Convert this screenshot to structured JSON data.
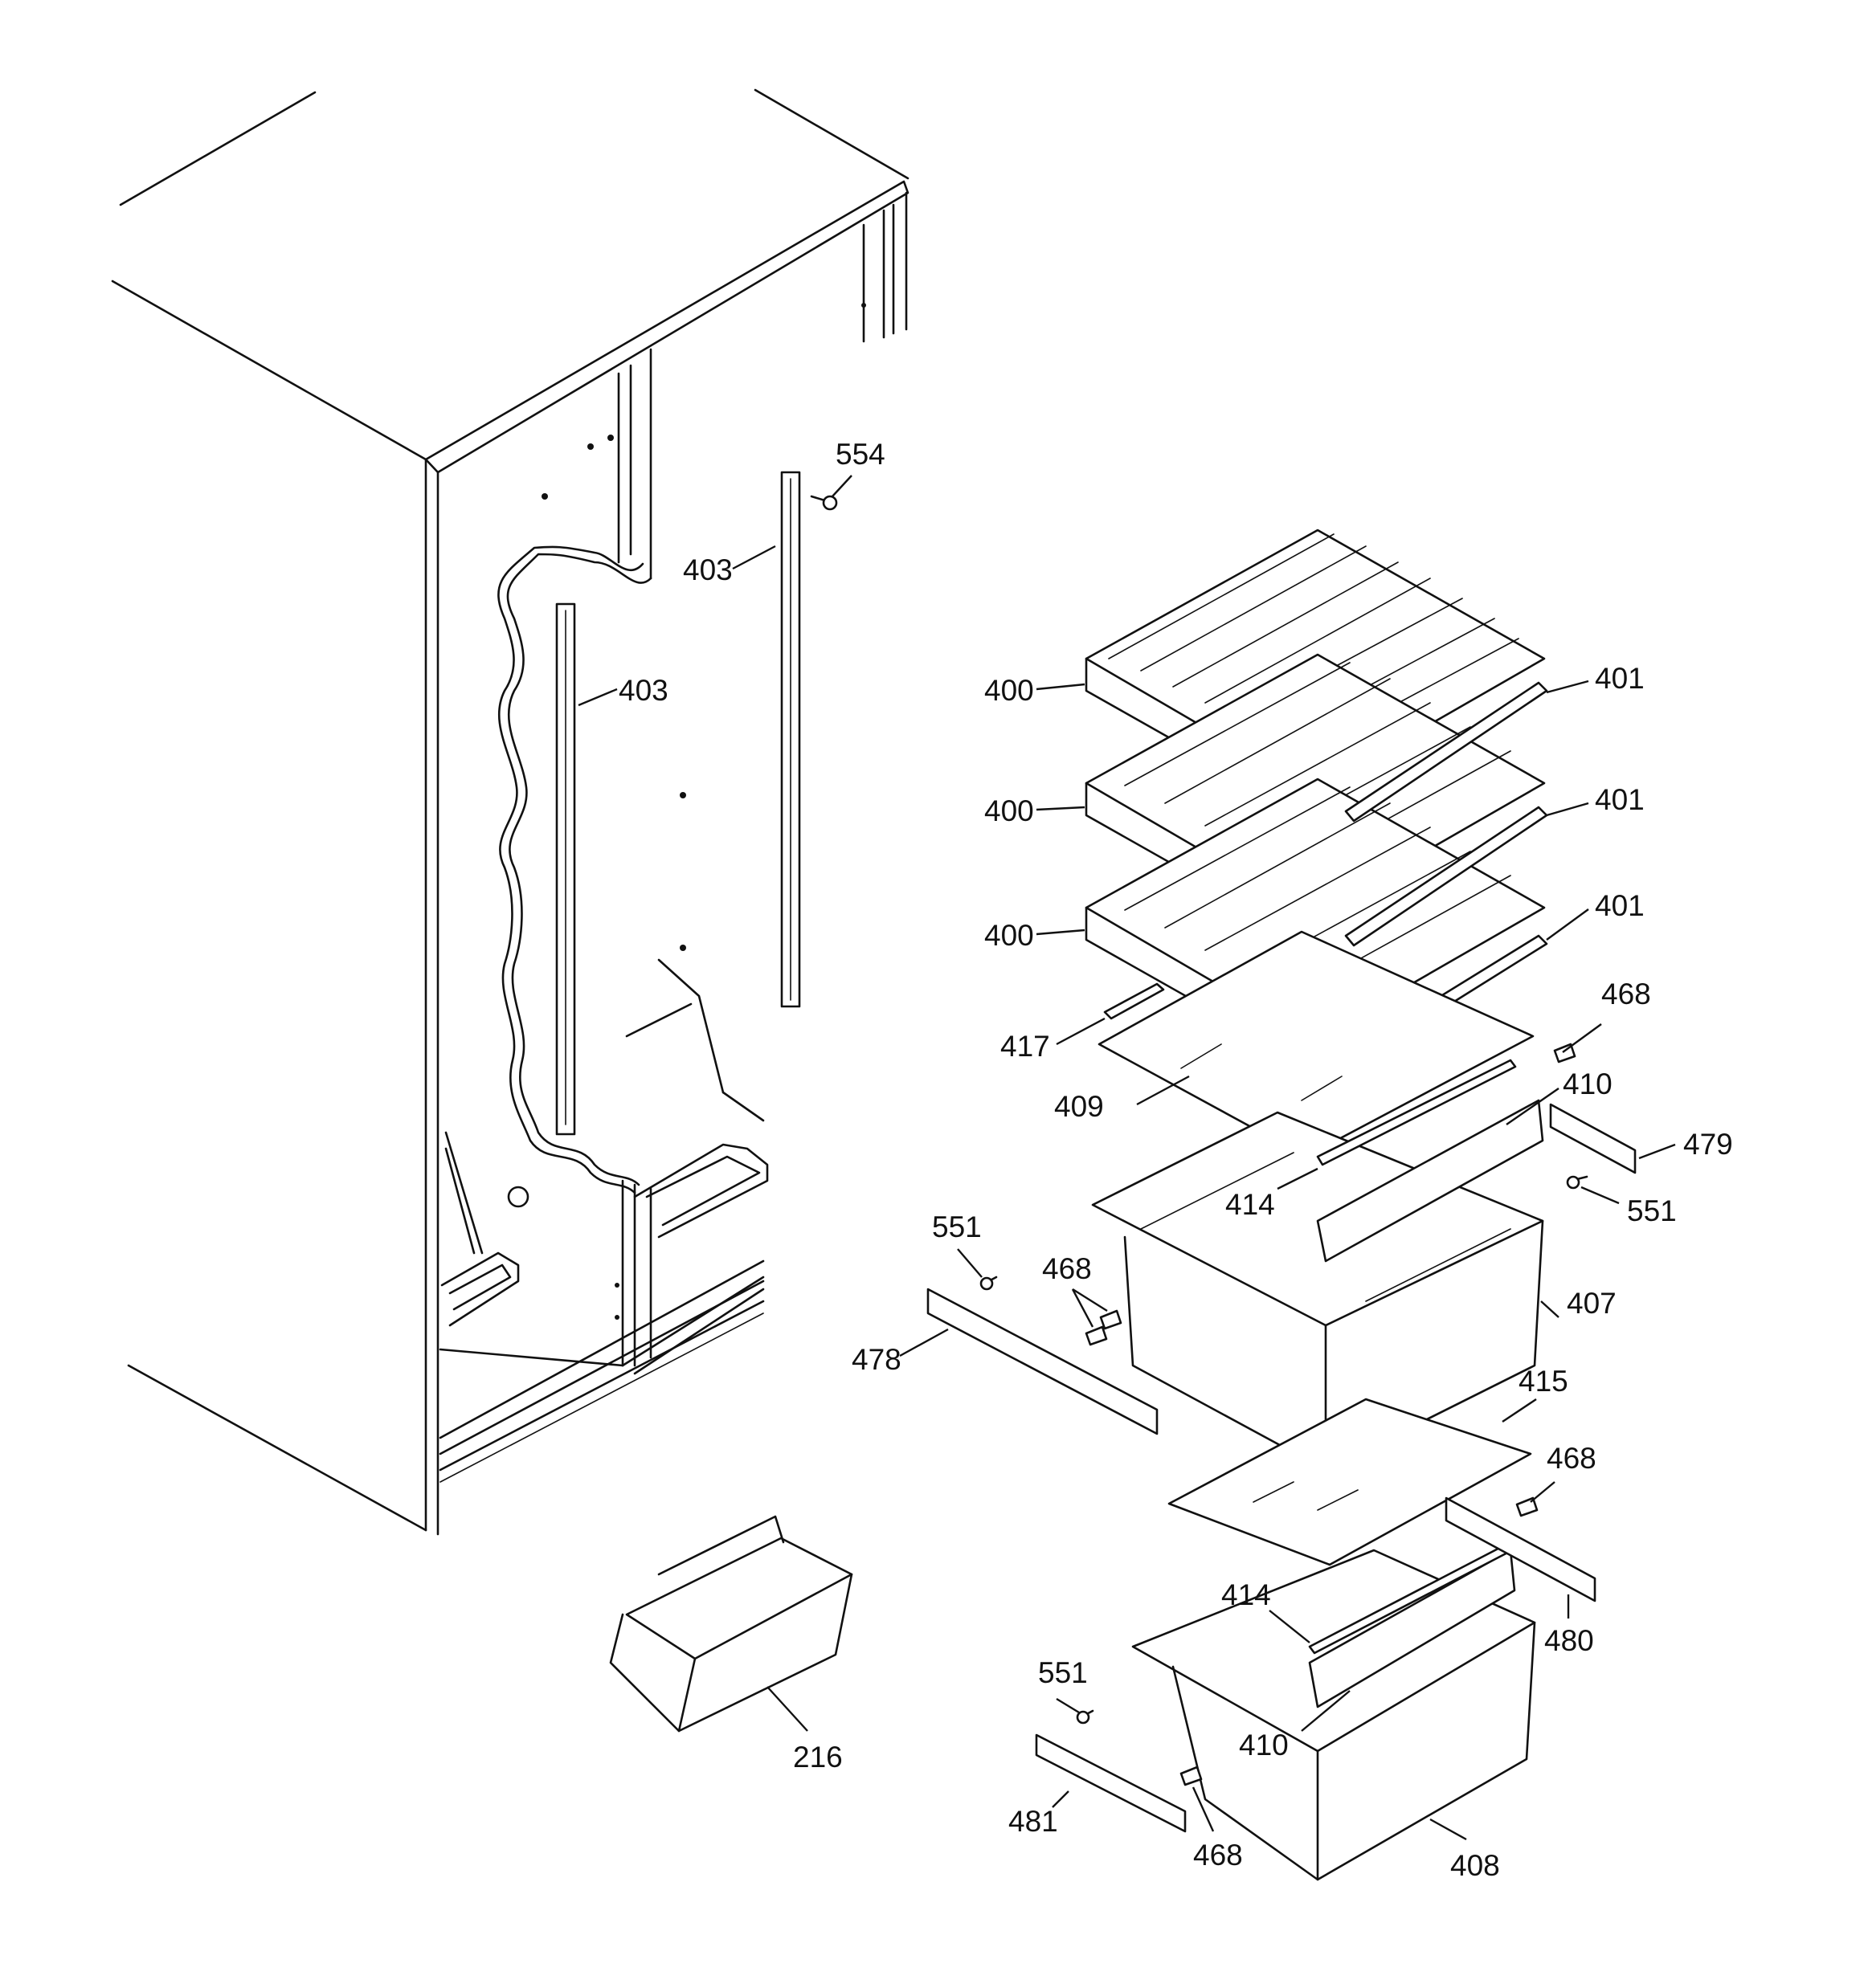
{
  "diagram": {
    "callouts": {
      "c400a": "400",
      "c400b": "400",
      "c400c": "400",
      "c401a": "401",
      "c401b": "401",
      "c401c": "401",
      "c403a": "403",
      "c403b": "403",
      "c554": "554",
      "c417": "417",
      "c409": "409",
      "c468a": "468",
      "c468b": "468",
      "c468c": "468",
      "c468d": "468",
      "c410a": "410",
      "c410b": "410",
      "c479": "479",
      "c551a": "551",
      "c551b": "551",
      "c551c": "551",
      "c414a": "414",
      "c414b": "414",
      "c407": "407",
      "c478": "478",
      "c415": "415",
      "c480": "480",
      "c216": "216",
      "c481": "481",
      "c408": "408"
    }
  }
}
